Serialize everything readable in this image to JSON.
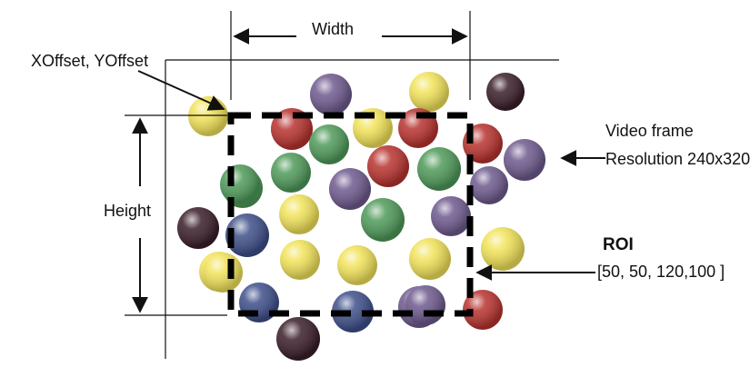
{
  "labels": {
    "width": "Width",
    "height": "Height",
    "offset": "XOffset, YOffset",
    "video_frame": "Video frame",
    "resolution": "Resolution 240x320",
    "roi": "ROI",
    "roi_values": "[50, 50, 120,100 ]"
  },
  "colors": {
    "roi_border": "#000000",
    "line": "#111111",
    "yellow": "#f2e35a",
    "red": "#b8332f",
    "green": "#4f9a5a",
    "purple": "#6e5a8e",
    "blue": "#3e4f8a",
    "black": "#3a1e2a"
  },
  "candies": [
    {
      "color": "yellow"
    },
    {
      "color": "purple"
    },
    {
      "color": "yellow"
    },
    {
      "color": "black"
    },
    {
      "color": "red"
    },
    {
      "color": "green"
    },
    {
      "color": "yellow"
    },
    {
      "color": "red"
    },
    {
      "color": "red"
    },
    {
      "color": "purple"
    },
    {
      "color": "green"
    },
    {
      "color": "red"
    },
    {
      "color": "green"
    },
    {
      "color": "purple"
    },
    {
      "color": "green"
    },
    {
      "color": "purple"
    },
    {
      "color": "green"
    },
    {
      "color": "yellow"
    },
    {
      "color": "green"
    },
    {
      "color": "purple"
    },
    {
      "color": "black"
    },
    {
      "color": "blue"
    },
    {
      "color": "yellow"
    },
    {
      "color": "yellow"
    },
    {
      "color": "yellow"
    },
    {
      "color": "yellow"
    },
    {
      "color": "purple"
    },
    {
      "color": "yellow"
    },
    {
      "color": "yellow"
    },
    {
      "color": "blue"
    },
    {
      "color": "blue"
    },
    {
      "color": "purple"
    },
    {
      "color": "red"
    },
    {
      "color": "black"
    }
  ]
}
